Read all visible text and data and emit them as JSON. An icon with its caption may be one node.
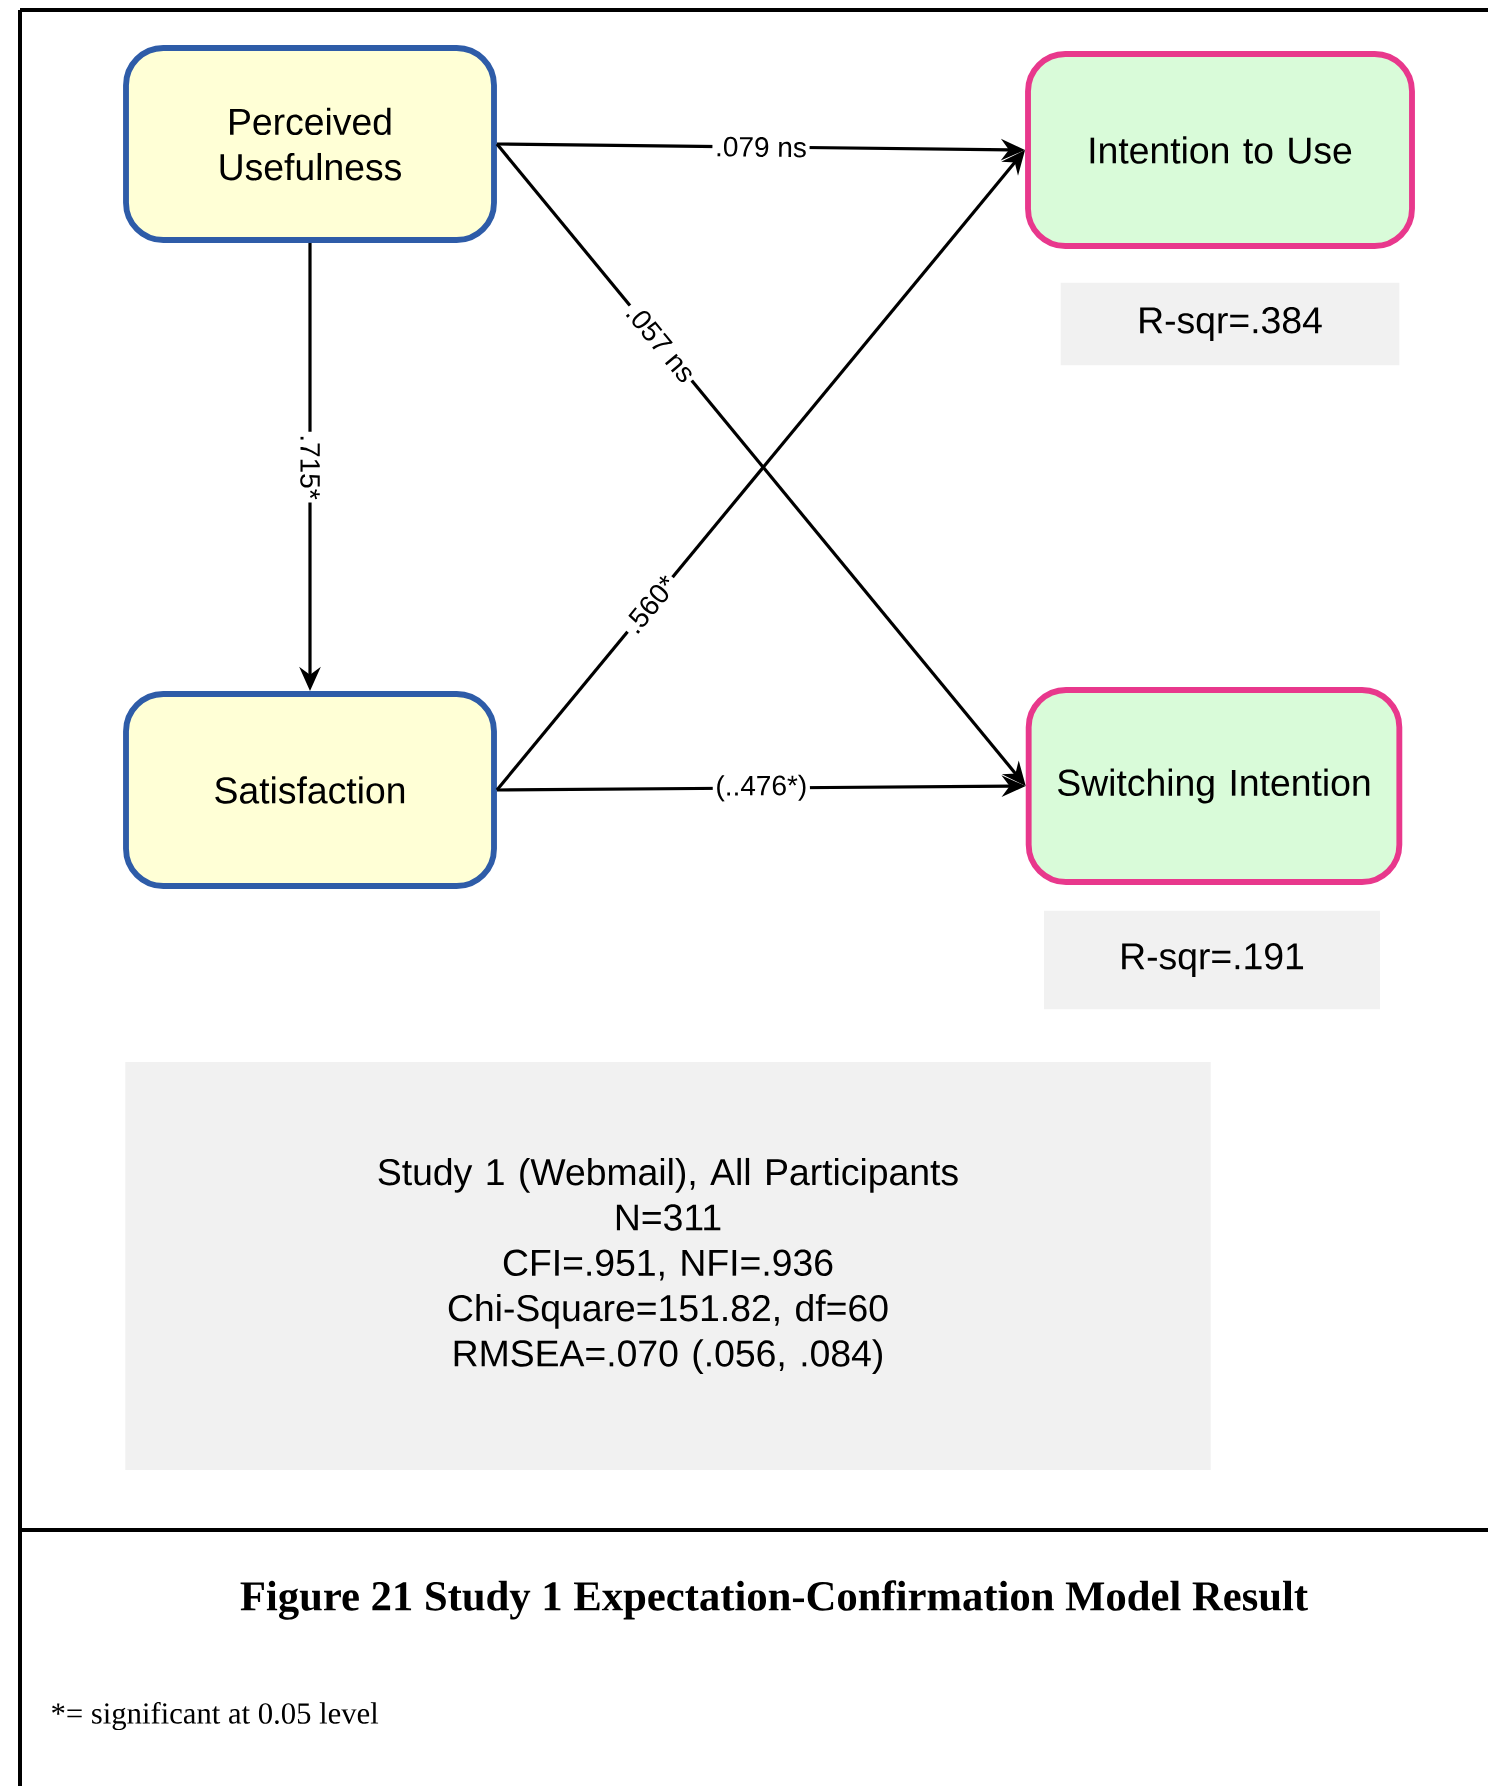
{
  "diagram": {
    "caption": "Figure 21 Study 1 Expectation-Confirmation Model Result",
    "nodes": [
      {
        "text": [
          "Perceived Usefulness"
        ]
      },
      {
        "text": [
          "Intention to Use"
        ]
      },
      {
        "text": [
          "Satisfaction"
        ]
      },
      {
        "text": [
          "Switching Intention"
        ]
      },
      {
        "text": [
          "R-sqr=.384"
        ]
      },
      {
        "text": [
          "R-sqr=.191"
        ]
      },
      {
        "text": [
          "Study 1 (Webmail), All Participants",
          "N=311",
          "CFI=.951, NFI=.936",
          "Chi-Square=151.82, df=60",
          "RMSEA=.070 (.056, .084)"
        ]
      }
    ],
    "edges": [
      {
        "from": 0,
        "to": 1,
        "arrow": "to",
        "label": ".079 ns"
      },
      {
        "from": 0,
        "to": 3,
        "arrow": "to",
        "label": ".057 ns"
      },
      {
        "from": 0,
        "to": 2,
        "arrow": "to",
        "label": ".715*"
      },
      {
        "from": 2,
        "to": 1,
        "arrow": "to",
        "label": ".560*"
      },
      {
        "from": 2,
        "to": 3,
        "arrow": "to",
        "label": "(..476*)"
      }
    ],
    "labels": [
      "*= significant at 0.05 level"
    ]
  }
}
